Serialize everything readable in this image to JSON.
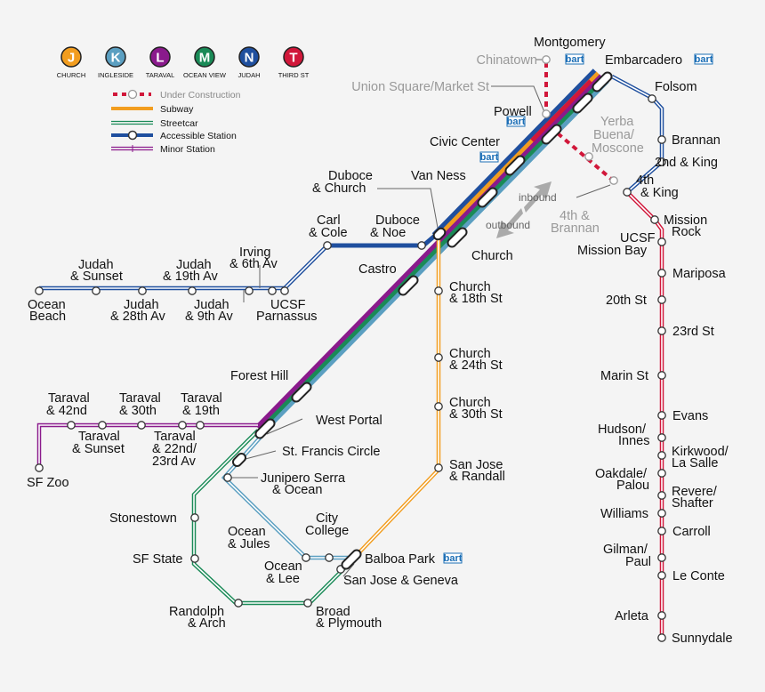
{
  "legend": {
    "lines": [
      {
        "letter": "J",
        "name": "CHURCH",
        "color": "#f29d1f"
      },
      {
        "letter": "K",
        "name": "INGLESIDE",
        "color": "#5b9fc1"
      },
      {
        "letter": "L",
        "name": "TARAVAL",
        "color": "#8a1a8c"
      },
      {
        "letter": "M",
        "name": "OCEAN VIEW",
        "color": "#1a8a57"
      },
      {
        "letter": "N",
        "name": "JUDAH",
        "color": "#1f4f9e"
      },
      {
        "letter": "T",
        "name": "THIRD ST",
        "color": "#d1173a"
      }
    ],
    "under_construction": "Under Construction",
    "subway": "Subway",
    "streetcar": "Streetcar",
    "accessible": "Accessible Station",
    "minor": "Minor Station"
  },
  "colors": {
    "J": "#f29d1f",
    "K": "#5b9fc1",
    "L": "#8a1a8c",
    "M": "#1a8a57",
    "N": "#1f4f9e",
    "T": "#d1173a",
    "bart": "#1d6fb6"
  },
  "direction": {
    "inbound": "inbound",
    "outbound": "outbound"
  },
  "bart_logo": "bart",
  "stations": {
    "chinatown": "Chinatown",
    "montgomery": "Montgomery",
    "embarcadero": "Embarcadero",
    "union_square": "Union Square/Market St",
    "powell": "Powell",
    "folsom": "Folsom",
    "yerba1": "Yerba",
    "yerba2": "Buena/",
    "yerba3": "Moscone",
    "brannan": "Brannan",
    "king2": "2nd & King",
    "king4a": "4th",
    "king4b": "& King",
    "civic": "Civic Center",
    "duboce_church1": "Duboce",
    "duboce_church2": "& Church",
    "van_ness": "Van Ness",
    "brannan4a": "4th &",
    "brannan4b": "Brannan",
    "mission_rock1": "Mission",
    "mission_rock2": "Rock",
    "carl1": "Carl",
    "carl2": "& Cole",
    "duboce_noe1": "Duboce",
    "duboce_noe2": "& Noe",
    "ucsf_mb1": "UCSF",
    "ucsf_mb2": "Mission Bay",
    "church": "Church",
    "irving1": "Irving",
    "irving2": "& 6th Av",
    "judah_sunset1": "Judah",
    "judah_sunset2": "& Sunset",
    "judah_19th1": "Judah",
    "judah_19th2": "& 19th Av",
    "castro": "Castro",
    "mariposa": "Mariposa",
    "church18_1": "Church",
    "church18_2": "& 18th St",
    "ocean_beach1": "Ocean",
    "ocean_beach2": "Beach",
    "judah_28th1": "Judah",
    "judah_28th2": "& 28th Av",
    "judah_9th1": "Judah",
    "judah_9th2": "& 9th Av",
    "ucsf_parn1": "UCSF",
    "ucsf_parn2": "Parnassus",
    "st20": "20th St",
    "st23": "23rd St",
    "church24_1": "Church",
    "church24_2": "& 24th St",
    "marin": "Marin St",
    "forest_hill": "Forest Hill",
    "taraval42_1": "Taraval",
    "taraval42_2": "& 42nd",
    "taraval30_1": "Taraval",
    "taraval30_2": "& 30th",
    "taraval19_1": "Taraval",
    "taraval19_2": "& 19th",
    "church30_1": "Church",
    "church30_2": "& 30th St",
    "evans": "Evans",
    "hudson1": "Hudson/",
    "hudson2": "Innes",
    "west_portal": "West Portal",
    "taraval_sunset1": "Taraval",
    "taraval_sunset2": "& Sunset",
    "taraval22_1": "Taraval",
    "taraval22_2": "& 22nd/",
    "taraval22_3": "23rd Av",
    "kirkwood1": "Kirkwood/",
    "kirkwood2": "La Salle",
    "st_francis": "St. Francis Circle",
    "sf_zoo": "SF Zoo",
    "sj_randall1": "San Jose",
    "sj_randall2": "& Randall",
    "oakdale1": "Oakdale/",
    "oakdale2": "Palou",
    "junipero1": "Junipero Serra",
    "junipero2": "& Ocean",
    "revere1": "Revere/",
    "revere2": "Shafter",
    "stonestown": "Stonestown",
    "williams": "Williams",
    "city_college1": "City",
    "city_college2": "College",
    "ocean_jules1": "Ocean",
    "ocean_jules2": "& Jules",
    "carroll": "Carroll",
    "gilman1": "Gilman/",
    "gilman2": "Paul",
    "sf_state": "SF State",
    "balboa": "Balboa Park",
    "ocean_lee1": "Ocean",
    "ocean_lee2": "& Lee",
    "le_conte": "Le Conte",
    "sj_geneva": "San Jose & Geneva",
    "randolph1": "Randolph",
    "randolph2": "& Arch",
    "broad1": "Broad",
    "broad2": "& Plymouth",
    "arleta": "Arleta",
    "sunnydale": "Sunnydale"
  }
}
